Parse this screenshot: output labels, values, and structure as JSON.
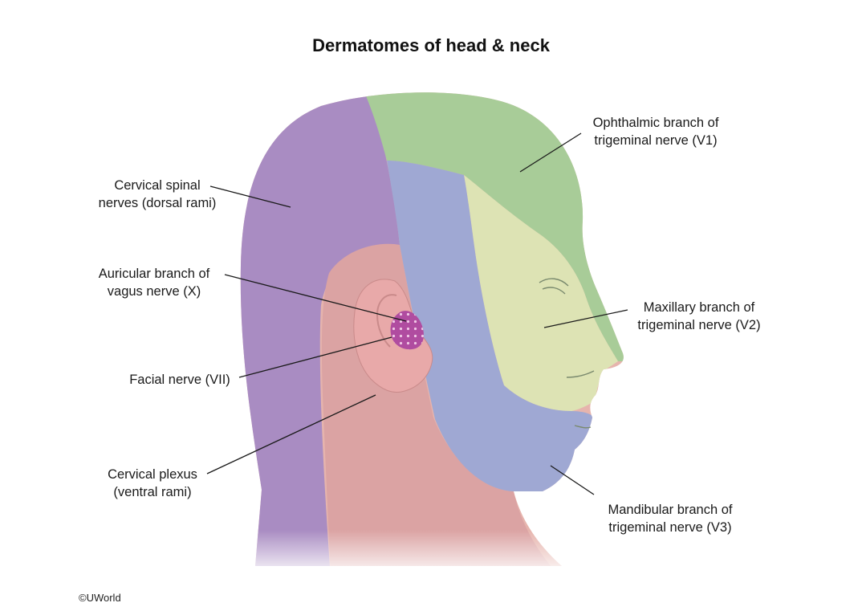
{
  "title": "Dermatomes of head & neck",
  "credit": "©UWorld",
  "colors": {
    "v1": "#a8cc98",
    "v2": "#dde3b4",
    "v3": "#9fa8d3",
    "cervical_dorsal": "#a98cc2",
    "cervical_ventral": "#dba3a3",
    "auricular_vagus": "#b04ca0",
    "facial": "#e8a9a9",
    "skin": "#e6b4ad",
    "outline": "#333333"
  },
  "labels": {
    "v1": {
      "line1": "Ophthalmic branch of",
      "line2": "trigeminal nerve (V1)"
    },
    "v2": {
      "line1": "Maxillary branch of",
      "line2": "trigeminal nerve (V2)"
    },
    "v3": {
      "line1": "Mandibular branch of",
      "line2": "trigeminal nerve (V3)"
    },
    "cervical_dorsal": {
      "line1": "Cervical spinal",
      "line2": "nerves (dorsal rami)"
    },
    "auricular": {
      "line1": "Auricular branch of",
      "line2": "vagus nerve (X)"
    },
    "facial": {
      "line1": "Facial nerve (VII)"
    },
    "cervical_ventral": {
      "line1": "Cervical plexus",
      "line2": "(ventral rami)"
    }
  }
}
